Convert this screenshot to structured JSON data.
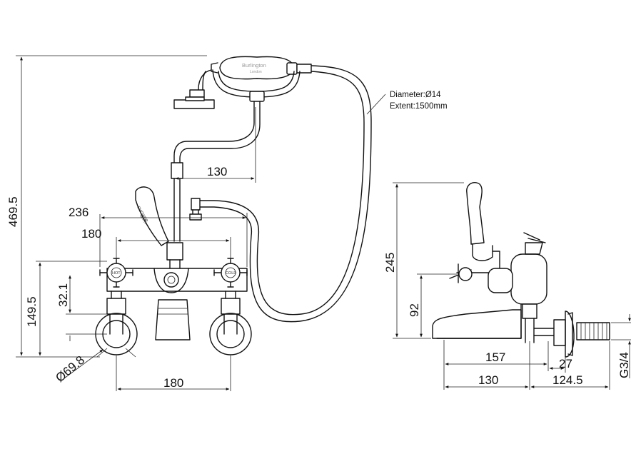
{
  "handset": {
    "brand": "Burlington",
    "brand_sub": "London"
  },
  "hose": {
    "diameter": "Diameter:Ø14",
    "extent": "Extent:1500mm"
  },
  "handles": {
    "lever": "SHOWER",
    "lever2": "BATH",
    "hot": "HOT",
    "cold": "COLD"
  },
  "front_dims": {
    "height_total": "469.5",
    "d130": "130",
    "d236": "236",
    "d180_top": "180",
    "d149": "149.5",
    "d32": "32.1",
    "d69": "Ø69.8",
    "d180_bottom": "180"
  },
  "side_dims": {
    "d245": "245",
    "d92": "92",
    "d157": "157",
    "d27": "27",
    "d130": "130",
    "d124": "124.5",
    "thread": "G3/4"
  }
}
